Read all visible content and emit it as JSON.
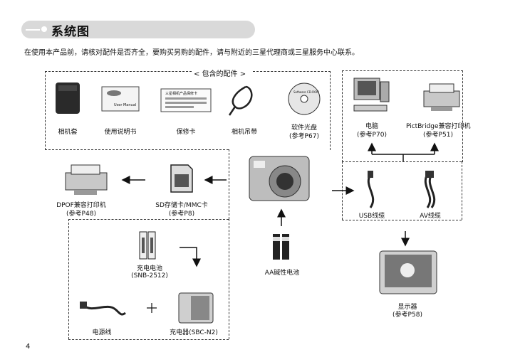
{
  "header": {
    "title": "系统图"
  },
  "intro": "在使用本产品前，请核对配件是否齐全，要购买另购的配件，请与附近的三星代理商或三星服务中心联系。",
  "included_label": "< 包含的配件 >",
  "items": {
    "case": "相机套",
    "manual": "使用说明书",
    "manual_cover": "User Manual",
    "warranty": "保修卡",
    "warranty_card_text": "三星相机产品保修卡",
    "strap": "相机吊带",
    "software_cd": "软件光盘",
    "software_cd_ref": "(参考P67)",
    "cd_label": "Software CD-ROM",
    "pc": "电脑",
    "pc_ref": "(参考P70)",
    "pictbridge_printer": "PictBridge兼容打印机",
    "pictbridge_printer_ref": "(参考P51)",
    "dpof_printer": "DPOF兼容打印机",
    "dpof_printer_ref": "(参考P48)",
    "sd_card": "SD存储卡/MMC卡",
    "sd_card_ref": "(参考P8)",
    "usb_cable": "USB线缆",
    "av_cable": "AV线缆",
    "rechargeable_battery": "充电电池",
    "rechargeable_battery_model": "(SNB-2512)",
    "aa_battery": "AA碱性电池",
    "monitor": "显示器",
    "monitor_ref": "(参考P58)",
    "power_cord": "电源线",
    "charger": "充电器(SBC-N2)"
  },
  "page_number": "4"
}
